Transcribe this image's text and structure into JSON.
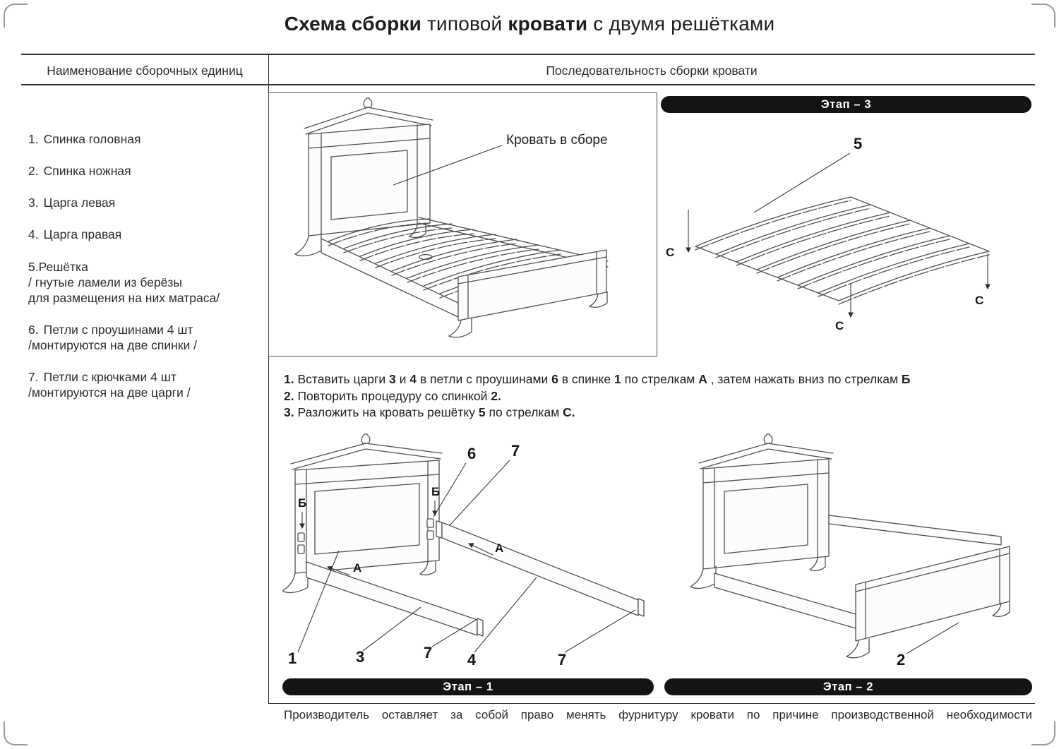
{
  "page": {
    "title": {
      "p1": "Схема сборки",
      "p2": " типовой ",
      "p3": "кровати",
      "p4": " с двумя решётками"
    },
    "left_header": "Наименование  сборочных единиц",
    "right_header": "Последовательность сборки кровати",
    "footer_note": "Производитель оставляет за собой право менять фурнитуру кровати по причине производственной необходимости"
  },
  "colors": {
    "banner_bg": "#141414",
    "banner_text": "#ffffff",
    "ink": "#222222",
    "line": "#2e2e2e"
  },
  "parts": [
    {
      "num": "1.",
      "name": "Спинка головная"
    },
    {
      "num": "2.",
      "name": "Спинка ножная"
    },
    {
      "num": "3.",
      "name": "Царга левая"
    },
    {
      "num": "4.",
      "name": "Царга правая"
    },
    {
      "num": "5.",
      "name": "Решётка",
      "note1": "/ гнутые ламели из берёзы",
      "note2": "для размещения на них матраса/"
    },
    {
      "num": "6.",
      "name": "Петли с проушинами 4 шт",
      "note1": "/монтируются на две спинки /"
    },
    {
      "num": "7.",
      "name": "Петли с крючками 4 шт",
      "note1": "/монтируются на две царги /"
    }
  ],
  "assembled": {
    "caption": "Кровать в сборе"
  },
  "stage1": {
    "banner": "Этап – 1",
    "labels": {
      "l1": "1",
      "l3": "3",
      "l4": "4",
      "l6": "6",
      "l7": "7",
      "a": "А",
      "b": "Б"
    }
  },
  "stage2": {
    "banner": "Этап –  2",
    "labels": {
      "l2": "2"
    }
  },
  "stage3": {
    "banner": "Этап –  3",
    "labels": {
      "l5": "5",
      "c": "С"
    }
  },
  "instructions": {
    "line1": [
      {
        "t": "1.",
        "b": true
      },
      {
        "t": " Вставить царги ",
        "b": false
      },
      {
        "t": "3",
        "b": true
      },
      {
        "t": " и ",
        "b": false
      },
      {
        "t": "4",
        "b": true
      },
      {
        "t": " в петли с проушинами ",
        "b": false
      },
      {
        "t": "6",
        "b": true
      },
      {
        "t": " в спинке ",
        "b": false
      },
      {
        "t": "1",
        "b": true
      },
      {
        "t": " по стрелкам ",
        "b": false
      },
      {
        "t": "А",
        "b": true
      },
      {
        "t": " , затем нажать вниз по стрелкам ",
        "b": false
      },
      {
        "t": "Б",
        "b": true
      }
    ],
    "line2": [
      {
        "t": "2.",
        "b": true
      },
      {
        "t": " Повторить процедуру со спинкой ",
        "b": false
      },
      {
        "t": "2.",
        "b": true
      }
    ],
    "line3": [
      {
        "t": "3.",
        "b": true
      },
      {
        "t": " Разложить на кровать  решётку ",
        "b": false
      },
      {
        "t": "5",
        "b": true
      },
      {
        "t": "  по стрелкам ",
        "b": false
      },
      {
        "t": "С.",
        "b": true
      }
    ]
  }
}
